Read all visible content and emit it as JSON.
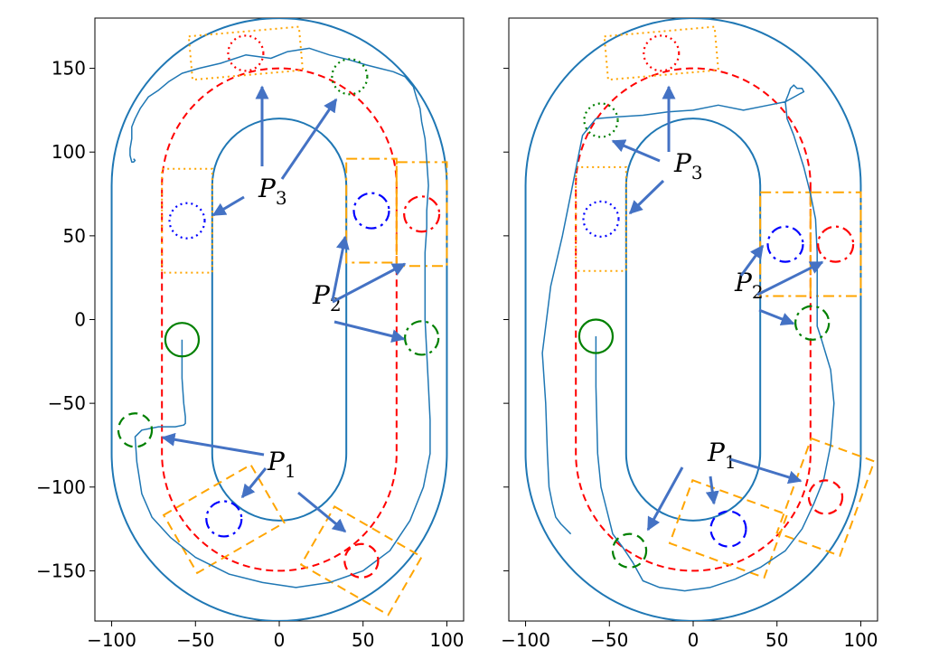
{
  "chart_data": [
    {
      "type": "line",
      "panel": "left",
      "xlim": [
        -110,
        110
      ],
      "ylim": [
        -180,
        180
      ],
      "xticks": [
        -100,
        -50,
        0,
        50,
        100
      ],
      "yticks": [
        -150,
        -100,
        -50,
        0,
        50,
        100,
        150
      ],
      "xtick_labels": [
        "−100",
        "−50",
        "0",
        "50",
        "100"
      ],
      "ytick_labels": [
        "−150",
        "−100",
        "−50",
        "0",
        "50",
        "100",
        "150"
      ],
      "track": {
        "straight_half_length": 80,
        "outer_radius": 100,
        "center_radius": 70,
        "inner_radius": 40
      },
      "colors": {
        "track": "#1f77b4",
        "center": "#ff0000",
        "obstacle_box": "#ffa500",
        "path": "#1f77b4",
        "arrow": "#4472c4"
      },
      "circles": [
        {
          "x": -58,
          "y": -12,
          "r": 10,
          "color": "#008000",
          "style": "solid"
        },
        {
          "x": -86,
          "y": -66,
          "r": 10,
          "color": "#008000",
          "style": "dashed"
        },
        {
          "x": -33,
          "y": -119,
          "r": 10.5,
          "color": "#0000ff",
          "style": "dashdot"
        },
        {
          "x": 49,
          "y": -144,
          "r": 10,
          "color": "#ff0000",
          "style": "dashed"
        },
        {
          "x": 85,
          "y": -11,
          "r": 10,
          "color": "#008000",
          "style": "dashdot"
        },
        {
          "x": 55,
          "y": 65,
          "r": 10.5,
          "color": "#0000ff",
          "style": "dashdot"
        },
        {
          "x": 85,
          "y": 63,
          "r": 10.5,
          "color": "#ff0000",
          "style": "dashdot"
        },
        {
          "x": 42,
          "y": 145,
          "r": 10.5,
          "color": "#008000",
          "style": "dotted"
        },
        {
          "x": -20,
          "y": 159,
          "r": 10.5,
          "color": "#ff0000",
          "style": "dotted"
        },
        {
          "x": -55,
          "y": 59,
          "r": 10.5,
          "color": "#0000ff",
          "style": "dotted"
        }
      ],
      "boxes": [
        {
          "cx": -33,
          "cy": -119,
          "w": 60,
          "h": 40,
          "angle": 30,
          "style": "dashed"
        },
        {
          "cx": 49,
          "cy": -144,
          "w": 60,
          "h": 40,
          "angle": -30,
          "style": "dashed"
        },
        {
          "cx": 55,
          "cy": 65,
          "w": 30,
          "h": 62,
          "angle": 0,
          "style": "dashdot"
        },
        {
          "cx": 85,
          "cy": 63,
          "w": 30,
          "h": 62,
          "angle": 0,
          "style": "dashdot"
        },
        {
          "cx": -20,
          "cy": 159,
          "w": 66,
          "h": 26,
          "angle": 5,
          "style": "dotted"
        },
        {
          "cx": -55,
          "cy": 59,
          "w": 30,
          "h": 62,
          "angle": 0,
          "style": "dotted"
        }
      ],
      "trajectory": {
        "x": [
          -58,
          -58,
          -57,
          -56,
          -56,
          -57,
          -62,
          -72,
          -82,
          -86,
          -85,
          -82,
          -76,
          -65,
          -50,
          -30,
          -10,
          10,
          30,
          50,
          66,
          78,
          86,
          90,
          90,
          89,
          88,
          87,
          87,
          87,
          88,
          88,
          89,
          88,
          87,
          85,
          84,
          82,
          80,
          75,
          68,
          60,
          52,
          42,
          30,
          18,
          5,
          -5,
          -20,
          -35,
          -48,
          -58,
          -66,
          -72,
          -78,
          -83,
          -86,
          -88,
          -88,
          -89,
          -89,
          -88,
          -87,
          -86,
          -87
        ],
        "y": [
          -12,
          -35,
          -50,
          -58,
          -62,
          -63,
          -64,
          -64,
          -66,
          -70,
          -85,
          -104,
          -118,
          -130,
          -142,
          -152,
          -157,
          -160,
          -157,
          -150,
          -138,
          -120,
          -100,
          -80,
          -60,
          -40,
          -20,
          0,
          20,
          40,
          55,
          65,
          80,
          95,
          108,
          118,
          126,
          132,
          139,
          145,
          148,
          150,
          152,
          155,
          158,
          162,
          160,
          156,
          158,
          153,
          150,
          147,
          142,
          137,
          133,
          126,
          120,
          115,
          108,
          102,
          98,
          94,
          94,
          95,
          96
        ]
      },
      "annotations": [
        {
          "label": "P",
          "sub": "1",
          "x": 5,
          "y": -90
        },
        {
          "label": "P",
          "sub": "2",
          "x": 20,
          "y": -10
        },
        {
          "label": "P",
          "sub": "3",
          "x": -10,
          "y": 72
        }
      ]
    },
    {
      "type": "line",
      "panel": "right",
      "xlim": [
        -110,
        110
      ],
      "ylim": [
        -180,
        180
      ],
      "xticks": [
        -100,
        -50,
        0,
        50,
        100
      ],
      "yticks": [
        -150,
        -100,
        -50,
        0,
        50,
        100,
        150
      ],
      "xtick_labels": [
        "−100",
        "−50",
        "0",
        "50",
        "100"
      ],
      "track": {
        "straight_half_length": 80,
        "outer_radius": 100,
        "center_radius": 70,
        "inner_radius": 40
      },
      "colors": {
        "track": "#1f77b4",
        "center": "#ff0000",
        "obstacle_box": "#ffa500",
        "path": "#1f77b4",
        "arrow": "#4472c4"
      },
      "circles": [
        {
          "x": -58,
          "y": -10,
          "r": 10,
          "color": "#008000",
          "style": "solid"
        },
        {
          "x": -38,
          "y": -138,
          "r": 10,
          "color": "#008000",
          "style": "dashed"
        },
        {
          "x": 21,
          "y": -125,
          "r": 10.5,
          "color": "#0000ff",
          "style": "dashed"
        },
        {
          "x": 79,
          "y": -106,
          "r": 10,
          "color": "#ff0000",
          "style": "dashed"
        },
        {
          "x": 71,
          "y": -2,
          "r": 10,
          "color": "#008000",
          "style": "dashdot"
        },
        {
          "x": 55,
          "y": 45,
          "r": 10.5,
          "color": "#0000ff",
          "style": "dashdot"
        },
        {
          "x": 85,
          "y": 45,
          "r": 10.5,
          "color": "#ff0000",
          "style": "dashdot"
        },
        {
          "x": -55,
          "y": 119,
          "r": 10,
          "color": "#008000",
          "style": "dotted"
        },
        {
          "x": -19,
          "y": 159,
          "r": 10.5,
          "color": "#ff0000",
          "style": "dotted"
        },
        {
          "x": -55,
          "y": 60,
          "r": 10.5,
          "color": "#0000ff",
          "style": "dotted"
        }
      ],
      "boxes": [
        {
          "cx": 21,
          "cy": -125,
          "w": 60,
          "h": 40,
          "angle": -20,
          "style": "dashed"
        },
        {
          "cx": 79,
          "cy": -106,
          "w": 40,
          "h": 60,
          "angle": -20,
          "style": "dashed"
        },
        {
          "cx": 55,
          "cy": 45,
          "w": 30,
          "h": 62,
          "angle": 0,
          "style": "dashdot"
        },
        {
          "cx": 85,
          "cy": 45,
          "w": 30,
          "h": 62,
          "angle": 0,
          "style": "dashdot"
        },
        {
          "cx": -19,
          "cy": 159,
          "w": 66,
          "h": 26,
          "angle": 5,
          "style": "dotted"
        },
        {
          "cx": -55,
          "cy": 60,
          "w": 30,
          "h": 62,
          "angle": 0,
          "style": "dotted"
        }
      ],
      "trajectory": {
        "x": [
          -58,
          -58,
          -57,
          -55,
          -52,
          -50,
          -48,
          -42,
          -36,
          -30,
          -20,
          -5,
          10,
          25,
          40,
          55,
          65,
          72,
          78,
          82,
          84,
          82,
          79,
          76,
          74,
          74,
          74,
          74,
          73,
          70,
          68,
          66,
          60,
          56,
          55,
          57,
          58,
          60,
          62,
          65,
          66,
          64,
          55,
          45,
          30,
          15,
          0,
          -15,
          -30,
          -45,
          -58,
          -66,
          -72,
          -78,
          -85,
          -90,
          -88,
          -87,
          -86,
          -84,
          -82,
          -79,
          -76,
          -73
        ],
        "y": [
          -10,
          -40,
          -80,
          -100,
          -112,
          -120,
          -128,
          -136,
          -145,
          -156,
          -160,
          -162,
          -160,
          -155,
          -148,
          -138,
          -125,
          -110,
          -95,
          -75,
          -50,
          -30,
          -20,
          -10,
          -4,
          5,
          20,
          40,
          60,
          75,
          83,
          91,
          110,
          120,
          130,
          135,
          138,
          140,
          138,
          138,
          136,
          135,
          130,
          128,
          125,
          128,
          125,
          124,
          122,
          121,
          120,
          110,
          80,
          50,
          20,
          -20,
          -50,
          -80,
          -100,
          -110,
          -118,
          -122,
          -125,
          -128
        ]
      },
      "annotations": [
        {
          "label": "P",
          "sub": "1",
          "x": 5,
          "y": -85
        },
        {
          "label": "P",
          "sub": "2",
          "x": 25,
          "y": -11
        },
        {
          "label": "P",
          "sub": "3",
          "x": -20,
          "y": 90
        }
      ]
    }
  ]
}
